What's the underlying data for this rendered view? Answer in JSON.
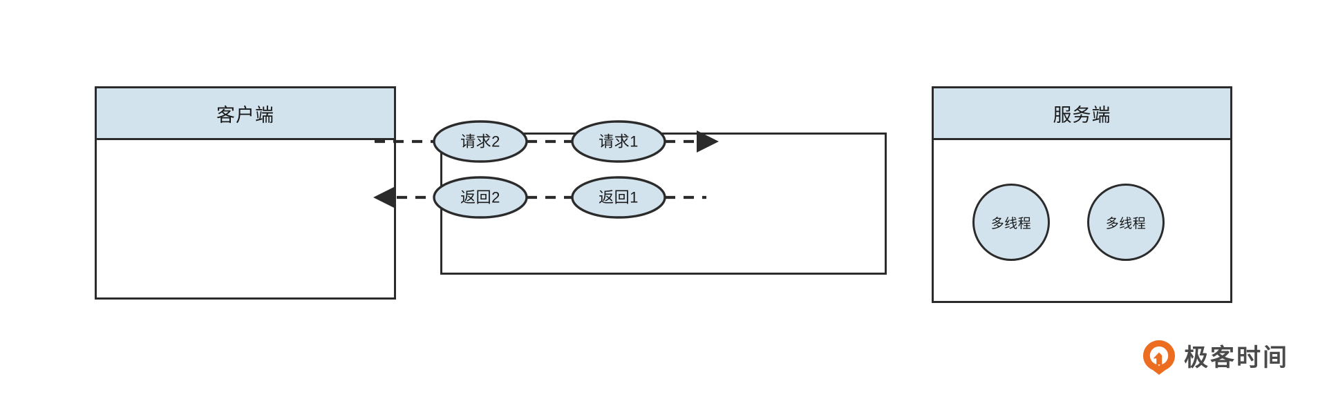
{
  "diagram": {
    "type": "sequence-flow",
    "title_visible": false,
    "colors": {
      "shape_fill": "#d3e3ee",
      "stroke": "#2b2b2b",
      "background": "#ffffff",
      "brand_orange": "#ec6c20",
      "brand_text": "#4a4a4a"
    },
    "client": {
      "header_label": "客户端",
      "body_items": []
    },
    "server": {
      "header_label": "服务端",
      "threads": [
        {
          "label": "多线程"
        },
        {
          "label": "多线程"
        }
      ]
    },
    "exchange": {
      "rows": [
        {
          "name": "request-row",
          "direction": "right",
          "bubbles": [
            {
              "label": "请求2"
            },
            {
              "label": "请求1"
            }
          ]
        },
        {
          "name": "response-row",
          "direction": "left",
          "bubbles": [
            {
              "label": "返回2"
            },
            {
              "label": "返回1"
            }
          ]
        }
      ]
    }
  },
  "brand": {
    "name": "极客时间",
    "mark": "geektime-pin-logo"
  }
}
